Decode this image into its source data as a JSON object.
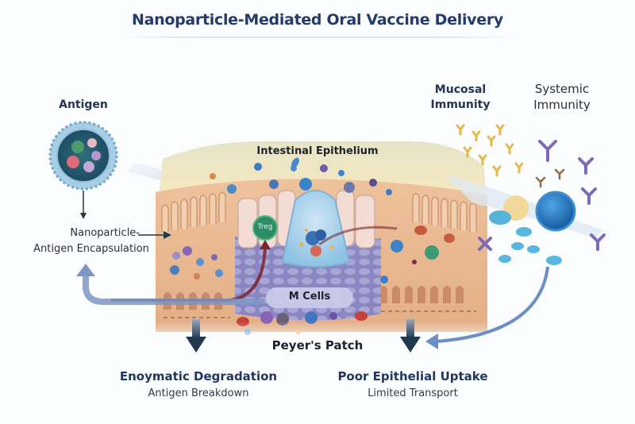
{
  "title": "Nanoparticle-Mediated Oral Vaccine Delivery",
  "labels": {
    "antigen": "Antigen",
    "encapsulation_line1": "Nanoparticle-",
    "encapsulation_line2": "Antigen Encapsulation",
    "intestinal_epithelium": "Intestinal Epithelium",
    "treg": "Treg",
    "m_cells": "M Cells",
    "peyers_patch": "Peyer's Patch",
    "mucosal_immunity_line1": "Mucosal",
    "mucosal_immunity_line2": "Immunity",
    "systemic_immunity_line1": "Systemic",
    "systemic_immunity_line2": "Immunity"
  },
  "barriers": [
    {
      "heading": "Enoymatic Degradation",
      "subtext": "Antigen Breakdown"
    },
    {
      "heading": "Poor Epithelial Uptake",
      "subtext": "Limited Transport"
    }
  ],
  "colors": {
    "title": "#233a6b",
    "tissue": "#e9b98f",
    "mucus": "#f3e7c3",
    "peyers": "#8b89c4",
    "treg": "#2f8a66",
    "flow_arrow": "#7c97c4",
    "transport_arrow": "#7b2430",
    "barrier_arrow": "#2b3f5c",
    "sigA": "#e6b84a",
    "igg": "#7d6bb8",
    "apc": "#2b7bc4"
  }
}
